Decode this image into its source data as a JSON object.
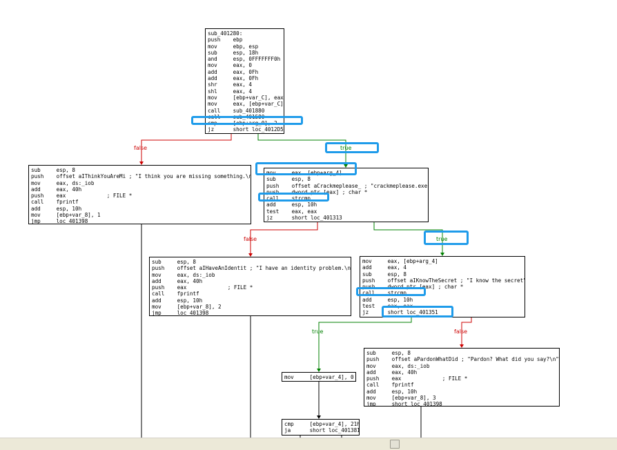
{
  "colors": {
    "false_edge": "#cc0000",
    "true_edge": "#008000",
    "highlight": "#1e9bea"
  },
  "edge_labels": {
    "false": "false",
    "true": "true"
  },
  "blocks": [
    {
      "id": "b1",
      "lines": [
        "sub_401280:",
        "push    ebp",
        "mov     ebp, esp",
        "sub     esp, 18h",
        "and     esp, 0FFFFFFF0h",
        "mov     eax, 0",
        "add     eax, 0Fh",
        "add     eax, 0Fh",
        "shr     eax, 4",
        "shl     eax, 4",
        "mov     [ebp+var_C], eax",
        "mov     eax, [ebp+var_C]",
        "call    sub_401880",
        "call    sub_401580",
        "cmp     [ebp+arg_0], 2",
        "jz      short loc_4012D5"
      ]
    },
    {
      "id": "b2",
      "lines": [
        "sub     esp, 8",
        "push    offset aIThinkYouAreMi ; \"I think you are missing something.\\n\"",
        "mov     eax, ds:_iob",
        "add     eax, 40h",
        "push    eax             ; FILE *",
        "call    fprintf",
        "add     esp, 10h",
        "mov     [ebp+var_8], 1",
        "jmp     loc_401398"
      ]
    },
    {
      "id": "b3",
      "lines": [
        "mov     eax, [ebp+arg_4]",
        "sub     esp, 8",
        "push    offset aCrackmeplease_ ; \"crackmeplease.exe\"",
        "push    dword ptr [eax] ; char *",
        "call    strcmp",
        "add     esp, 10h",
        "test    eax, eax",
        "jz      short loc_401313"
      ]
    },
    {
      "id": "b4",
      "lines": [
        "sub     esp, 8",
        "push    offset aIHaveAnIdentit ; \"I have an identity problem.\\n\"",
        "mov     eax, ds:_iob",
        "add     eax, 40h",
        "push    eax             ; FILE *",
        "call    fprintf",
        "add     esp, 10h",
        "mov     [ebp+var_8], 2",
        "jmp     loc_401398"
      ]
    },
    {
      "id": "b5",
      "lines": [
        "mov     eax, [ebp+arg_4]",
        "add     eax, 4",
        "sub     esp, 8",
        "push    offset aIKnowTheSecret ; \"I know the secret\"",
        "push    dword ptr [eax] ; char *",
        "call    strcmp",
        "add     esp, 10h",
        "test    eax, eax",
        "jz      short loc_401351"
      ]
    },
    {
      "id": "b6",
      "lines": [
        "sub     esp, 8",
        "push    offset aPardonWhatDid ; \"Pardon? What did you say?\\n\"",
        "mov     eax, ds:_iob",
        "add     eax, 40h",
        "push    eax             ; FILE *",
        "call    fprintf",
        "add     esp, 10h",
        "mov     [ebp+var_8], 3",
        "jmp     short loc_401398"
      ]
    },
    {
      "id": "b7",
      "lines": [
        "mov     [ebp+var_4], 0"
      ]
    },
    {
      "id": "b8",
      "lines": [
        "cmp     [ebp+var_4], 21h",
        "ja      short loc_401381"
      ]
    }
  ]
}
